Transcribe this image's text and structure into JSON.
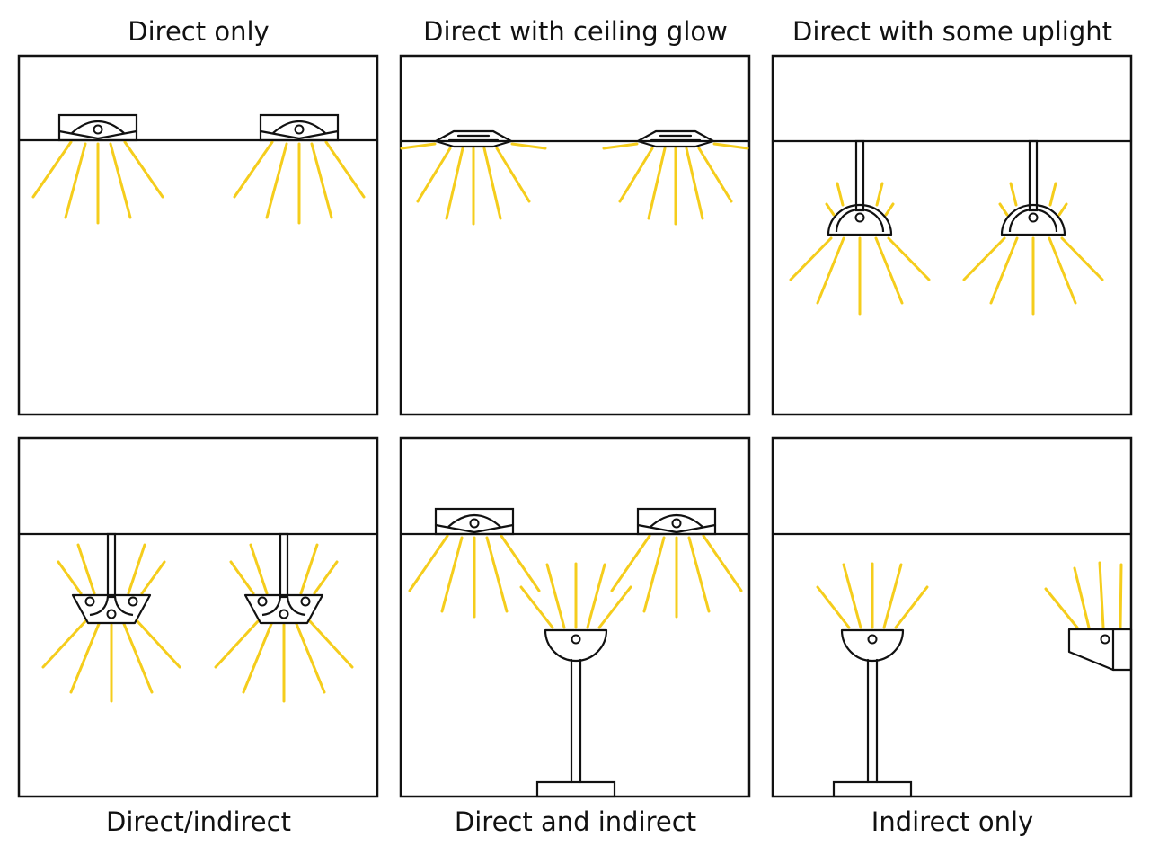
{
  "colors": {
    "line": "#111111",
    "light": "#f5cd1c",
    "background": "#ffffff"
  },
  "panels": [
    {
      "id": "direct-only",
      "label": "Direct only",
      "label_position": "top"
    },
    {
      "id": "direct-ceiling-glow",
      "label": "Direct with ceiling glow",
      "label_position": "top"
    },
    {
      "id": "direct-some-uplight",
      "label": "Direct with some uplight",
      "label_position": "top"
    },
    {
      "id": "direct-indirect",
      "label": "Direct/indirect",
      "label_position": "bottom"
    },
    {
      "id": "direct-and-indirect",
      "label": "Direct and indirect",
      "label_position": "bottom"
    },
    {
      "id": "indirect-only",
      "label": "Indirect only",
      "label_position": "bottom"
    }
  ]
}
